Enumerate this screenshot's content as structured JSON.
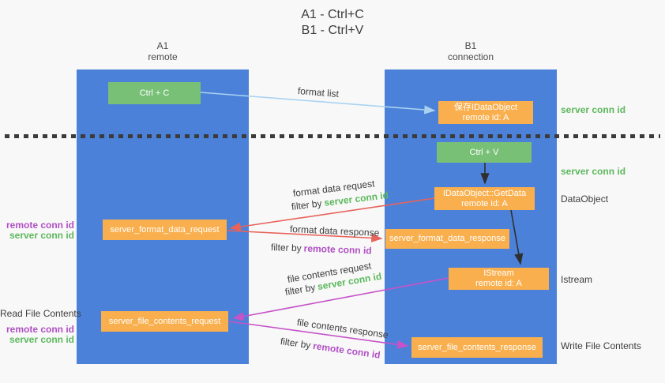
{
  "title": {
    "line1": "A1 - Ctrl+C",
    "line2": "B1 - Ctrl+V"
  },
  "columns": {
    "a": {
      "name": "A1",
      "subtitle": "remote"
    },
    "b": {
      "name": "B1",
      "subtitle": "connection"
    }
  },
  "nodes": {
    "ctrl_c": {
      "label": "Ctrl + C"
    },
    "save_dataobject": {
      "line1": "保存IDataObject",
      "line2": "remote id: A"
    },
    "ctrl_v": {
      "label": "Ctrl + V"
    },
    "getdata": {
      "line1": "IDataObject::GetData",
      "line2": "remote id: A"
    },
    "format_request": {
      "label": "server_format_data_request"
    },
    "format_response": {
      "label": "server_format_data_response"
    },
    "istream": {
      "line1": "IStream",
      "line2": "remote id: A"
    },
    "file_request": {
      "label": "server_file_contents_request"
    },
    "file_response": {
      "label": "server_file_contents_response"
    }
  },
  "left_labels": {
    "format_remote": "remote conn id",
    "format_server": "server conn id",
    "read_file": "Read File Contents",
    "file_remote": "remote conn id",
    "file_server": "server conn id"
  },
  "right_labels": {
    "server_conn_1": "server conn id",
    "server_conn_2": "server conn id",
    "dataobject": "DataObject",
    "istream": "Istream",
    "write_file": "Write File Contents"
  },
  "arrow_labels": {
    "format_list": "format list",
    "format_data_request": "format data request",
    "filter_server_1": {
      "prefix": "filter by",
      "target": "server conn id"
    },
    "format_data_response": "format data response",
    "filter_remote_1": {
      "prefix": "filter by",
      "target": "remote conn id"
    },
    "file_contents_request": "file contents request",
    "filter_server_2": {
      "prefix": "filter by",
      "target": "server conn id"
    },
    "file_contents_response": "file contents response",
    "filter_remote_2": {
      "prefix": "filter by",
      "target": "remote conn id"
    }
  },
  "colors": {
    "column_blue": "#4B81D8",
    "node_green": "#79C077",
    "node_orange": "#F9AF4D",
    "text_green": "#5CB85C",
    "text_purple": "#B04FC4",
    "arrow_red": "#E8635C",
    "arrow_magenta": "#C653C9",
    "arrow_lightblue": "#A9D2F0",
    "arrow_black": "#2F2F2F"
  }
}
